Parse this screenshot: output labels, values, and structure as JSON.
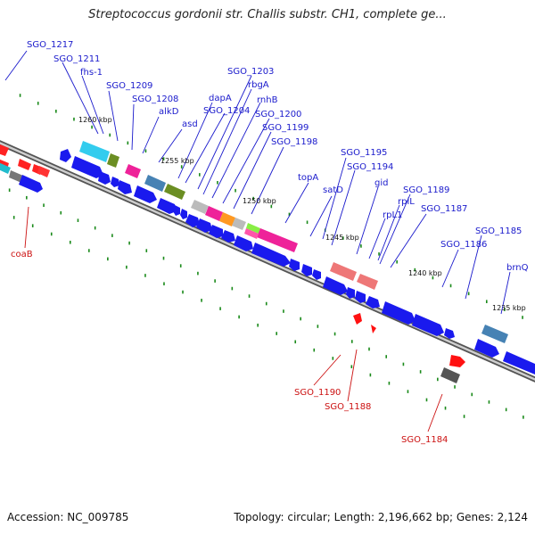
{
  "title": "Streptococcus gordonii str. Challis substr. CH1, complete ge...",
  "footer": {
    "accession": "Accession: NC_009785",
    "summary": "Topology: circular; Length: 2,196,662 bp; Genes: 2,124"
  },
  "colors": {
    "backbone": "#8a8a8a",
    "gene_blue": "#1a1aee",
    "label_blue": "#1a1acc",
    "label_red": "#cc1111",
    "tick_green": "#1a8a1a"
  },
  "ticks": [
    "1260 kbp",
    "1255 kbp",
    "1250 kbp",
    "1245 kbp",
    "1240 kbp",
    "1235 kbp"
  ],
  "labels_blue": [
    "SGO_1217",
    "SGO_1211",
    "fhs-1",
    "SGO_1209",
    "SGO_1208",
    "alkD",
    "asd",
    "dapA",
    "SGO_1204",
    "SGO_1203",
    "rbgA",
    "rnhB",
    "SGO_1200",
    "SGO_1199",
    "SGO_1198",
    "topA",
    "satD",
    "SGO_1195",
    "SGO_1194",
    "gid",
    "rpL1",
    "rplL",
    "SGO_1189",
    "SGO_1187",
    "SGO_1186",
    "SGO_1185",
    "brnQ"
  ],
  "labels_red": [
    "coaB",
    "SGO_1190",
    "SGO_1188",
    "SGO_1184"
  ]
}
